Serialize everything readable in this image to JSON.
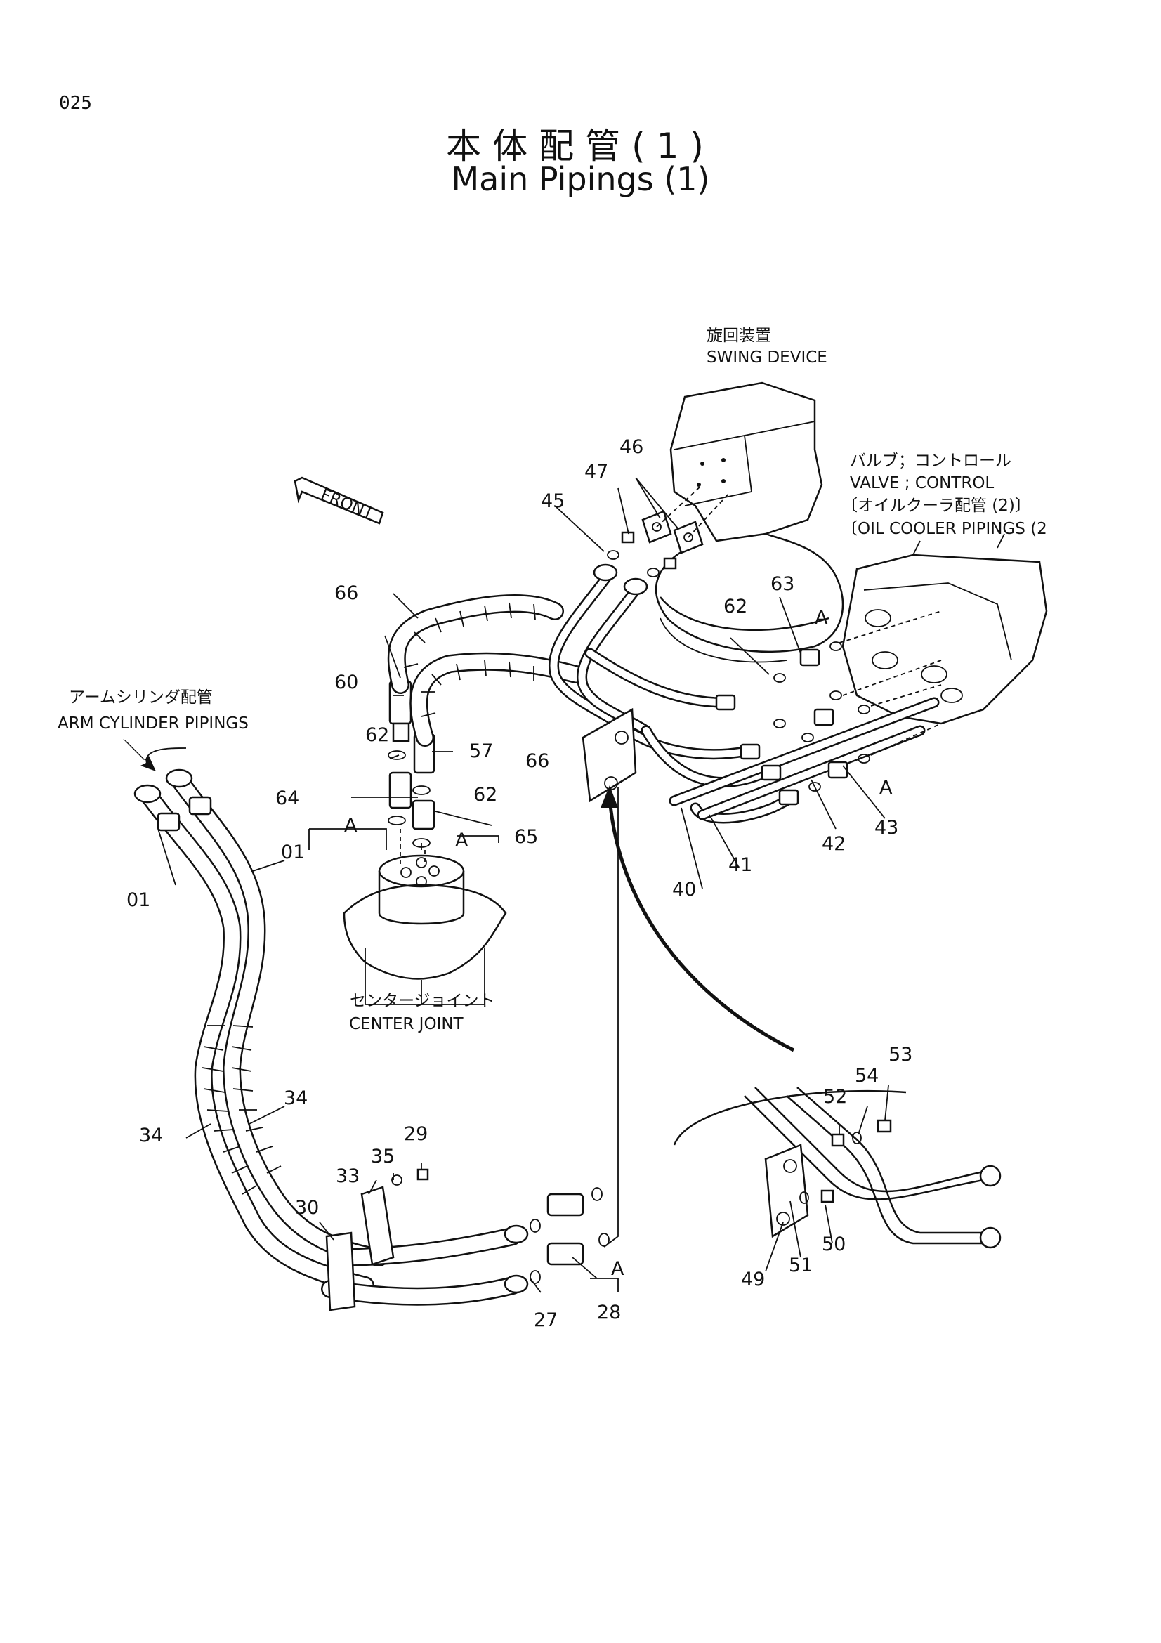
{
  "page_number": "025",
  "title": {
    "jp": "本体配管(1)",
    "en": "Main Pipings (1)"
  },
  "labels": {
    "swing_device_jp": "旋回装置",
    "swing_device_en": "SWING DEVICE",
    "valve_jp": "バルブ；コントロール",
    "valve_en": "VALVE ; CONTROL",
    "oil_cooler_jp": "〔オイルクーラ配管 (2)〕",
    "oil_cooler_en": "〔OIL COOLER PIPINGS (2",
    "arm_cyl_jp": "アームシリンダ配管",
    "arm_cyl_en": "ARM CYLINDER PIPINGS",
    "center_joint_jp": "センタージョイント",
    "center_joint_en": "CENTER JOINT",
    "front": "FRONT",
    "ref_a": "A"
  },
  "callouts": {
    "c01": "01",
    "c27": "27",
    "c28": "28",
    "c29": "29",
    "c30": "30",
    "c33": "33",
    "c34": "34",
    "c35": "35",
    "c40": "40",
    "c41": "41",
    "c42": "42",
    "c43": "43",
    "c45": "45",
    "c46": "46",
    "c47": "47",
    "c49": "49",
    "c50": "50",
    "c51": "51",
    "c52": "52",
    "c53": "53",
    "c54": "54",
    "c57": "57",
    "c60": "60",
    "c62": "62",
    "c63": "63",
    "c64": "64",
    "c65": "65",
    "c66": "66"
  }
}
